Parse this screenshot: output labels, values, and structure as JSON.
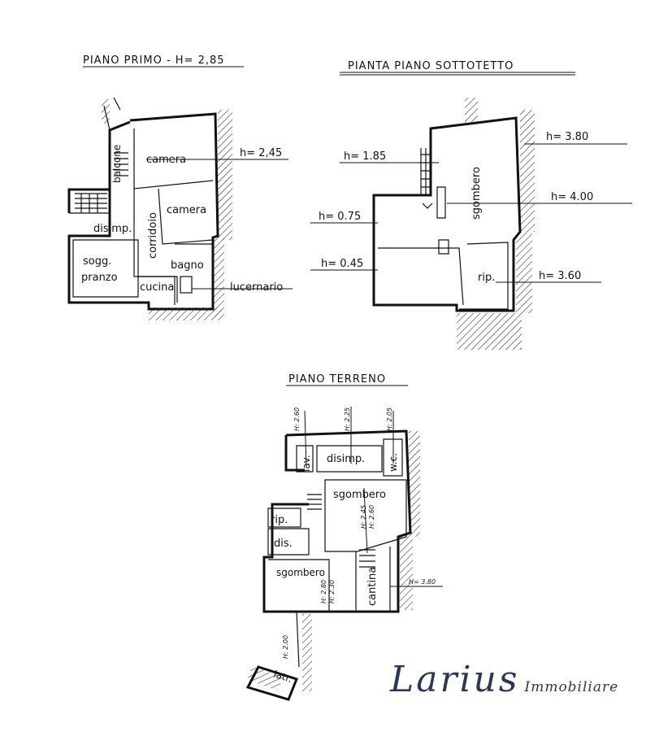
{
  "floors": {
    "first": {
      "title": "PIANO PRIMO - H= 2,85",
      "rooms": [
        "camera",
        "camera",
        "balcone",
        "corridoio",
        "disimp.",
        "sogg.",
        "pranzo",
        "bagno",
        "cucina",
        "lucernario"
      ],
      "heights": [
        "h= 2,45"
      ]
    },
    "attic": {
      "title": "PIANTA PIANO SOTTOTETTO",
      "rooms": [
        "sgombero",
        "rip."
      ],
      "heights": [
        "h= 3.80",
        "h= 1.85",
        "h= 4.00",
        "h= 0.75",
        "h= 0.45",
        "h= 3.60"
      ]
    },
    "ground": {
      "title": "PIANO TERRENO",
      "rooms": [
        "lav.",
        "disimp.",
        "w.c.",
        "sgombero",
        "rip.",
        "dis.",
        "sgombero",
        "cantina",
        "latr."
      ],
      "heights": [
        "H: 2.60",
        "H: 2.25",
        "H: 2.05",
        "H: 2.45",
        "H: 2.60",
        "H: 2.80",
        "H: 2.30",
        "H= 3.80",
        "H: 2.00"
      ]
    }
  },
  "brand": {
    "name": "Larius",
    "subtitle": "Immobiliare",
    "color": "#2c3656"
  }
}
